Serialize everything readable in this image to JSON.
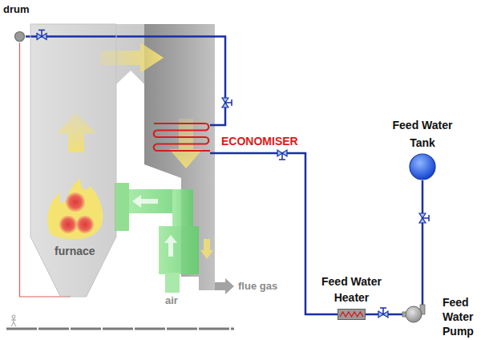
{
  "diagram": {
    "nodes": [
      {
        "text": [
          "drum"
        ]
      },
      {
        "text": [
          "furnace"
        ]
      },
      {
        "text": [
          "ECONOMISER"
        ]
      },
      {
        "text": [
          "Feed Water Tank"
        ]
      },
      {
        "text": [
          "Feed Water Heater"
        ]
      },
      {
        "text": [
          "Feed Water Pump"
        ]
      }
    ],
    "edges": [
      {
        "from": 3,
        "to": 5,
        "arrow": "none"
      },
      {
        "from": 5,
        "to": 4,
        "arrow": "none"
      },
      {
        "from": 4,
        "to": 2,
        "arrow": "none"
      },
      {
        "from": 2,
        "to": 0,
        "arrow": "none"
      },
      {
        "from": 0,
        "to": 1,
        "arrow": "none"
      }
    ],
    "labels": [
      "air",
      "flue gas"
    ]
  }
}
